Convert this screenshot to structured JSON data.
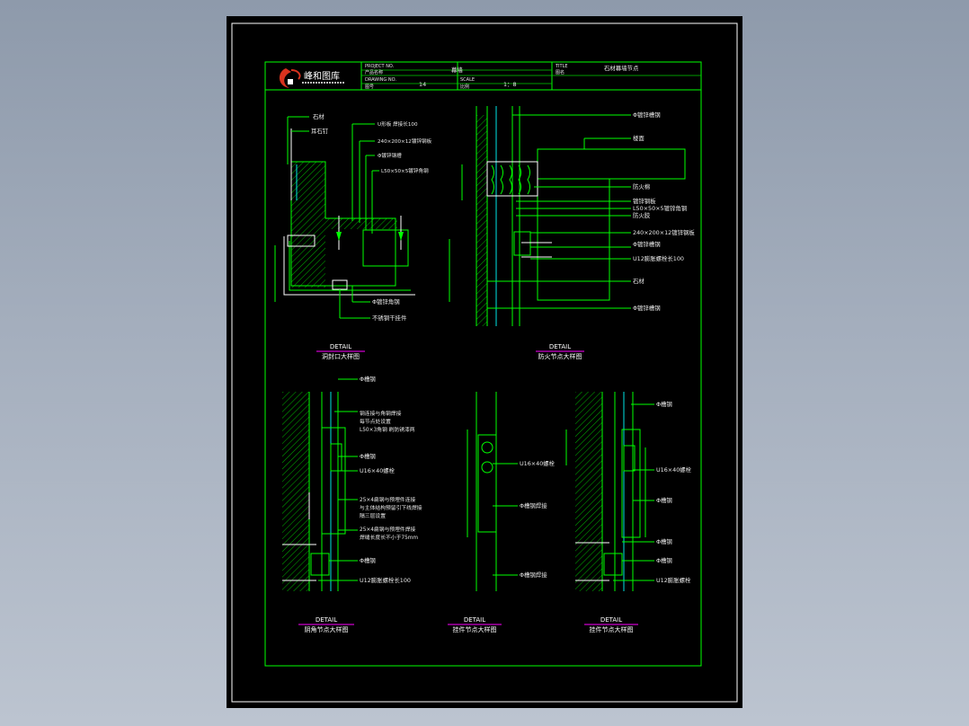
{
  "title_block": {
    "logo_text": "峰和图库",
    "project_label": "PROJECT NO.",
    "project_sub": "产品名称",
    "project_value": "幕墙",
    "drawing_label": "DRAWING NO.",
    "drawing_sub": "图号",
    "drawing_value": "14",
    "scale_label": "SCALE",
    "scale_sub": "比例",
    "scale_value": "1：8",
    "title_label": "TITLE",
    "title_sub": "图名",
    "title_value": "石材幕墙节点"
  },
  "details": [
    {
      "caption": "DETAIL",
      "subtitle": "洞封口大样图"
    },
    {
      "caption": "DETAIL",
      "subtitle": "防火节点大样图"
    },
    {
      "caption": "DETAIL",
      "subtitle": "阴角节点大样图"
    },
    {
      "caption": "DETAIL",
      "subtitle": "挂件节点大样图"
    },
    {
      "caption": "DETAIL",
      "subtitle": "挂件节点大样图"
    }
  ],
  "labels": {
    "d1": [
      "石材",
      "耳石钉",
      "U形板 焊接长100",
      "240×200×12镀锌钢板",
      "Φ镀锌钢槽",
      "L50×50×5镀锌角钢",
      "Φ镀锌角钢",
      "不锈钢干挂件"
    ],
    "d2": [
      "Φ镀锌槽钢",
      "楼面",
      "防火棉",
      "镀锌钢板",
      "L50×50×5镀锌角钢",
      "防火胶",
      "240×200×12镀锌钢板",
      "Φ镀锌槽钢",
      "U12膨胀螺栓长100",
      "石材",
      "Φ镀锌槽钢"
    ],
    "d3": [
      "Φ槽钢",
      "钢连接与角钢焊接",
      "每节点处设置",
      "L50×3角钢 刷防锈漆两",
      "Φ槽钢",
      "U16×40螺栓",
      "25×4扁钢与预埋件连接",
      "与主体结构预留引下线焊接",
      "隔三层设置",
      "25×4扁钢与预埋件焊接",
      "焊缝长度长不小于75mm",
      "Φ槽钢",
      "U12膨胀螺栓长100"
    ],
    "d4": [
      "U16×40螺栓",
      "Φ槽钢焊接",
      "Φ槽钢焊接"
    ],
    "d5": [
      "Φ槽钢",
      "U16×40螺栓",
      "Φ槽钢",
      "Φ槽钢",
      "Φ槽钢",
      "U12膨胀螺栓"
    ]
  },
  "colors": {
    "line": "#00ff00",
    "text": "#ffffff",
    "accent": "#ff00ff",
    "cyan": "#00ffff",
    "logo_red": "#d8321e"
  }
}
